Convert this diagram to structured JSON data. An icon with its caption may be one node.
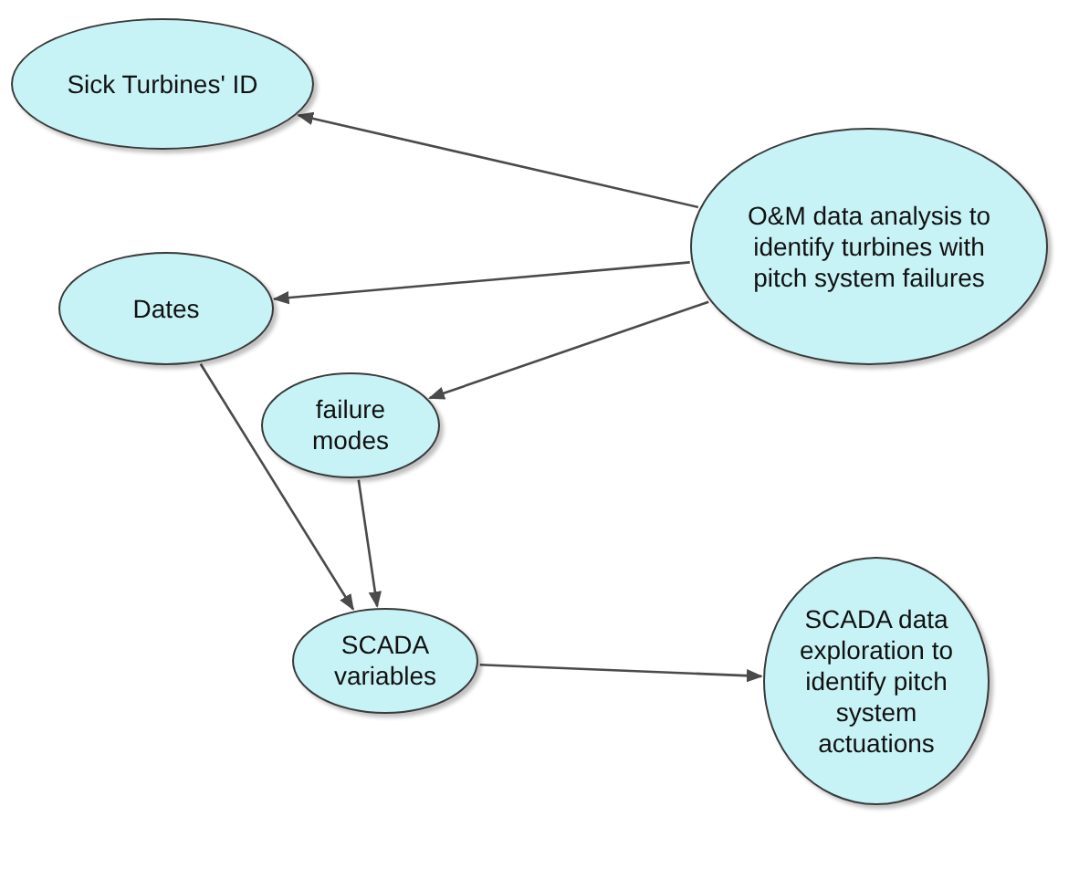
{
  "diagram": {
    "nodes": [
      {
        "text": [
          "Sick Turbines' ID"
        ]
      },
      {
        "text": [
          "O&M data analysis to identify turbines with pitch system failures"
        ]
      },
      {
        "text": [
          "Dates"
        ]
      },
      {
        "text": [
          "failure modes"
        ]
      },
      {
        "text": [
          "SCADA variables"
        ]
      },
      {
        "text": [
          "SCADA data exploration to identify pitch system actuations"
        ]
      }
    ],
    "edges": [
      {
        "from": 1,
        "to": 0,
        "arrow": "to"
      },
      {
        "from": 1,
        "to": 2,
        "arrow": "to"
      },
      {
        "from": 1,
        "to": 3,
        "arrow": "to"
      },
      {
        "from": 2,
        "to": 4,
        "arrow": "to"
      },
      {
        "from": 3,
        "to": 4,
        "arrow": "to"
      },
      {
        "from": 4,
        "to": 5,
        "arrow": "to"
      }
    ]
  }
}
